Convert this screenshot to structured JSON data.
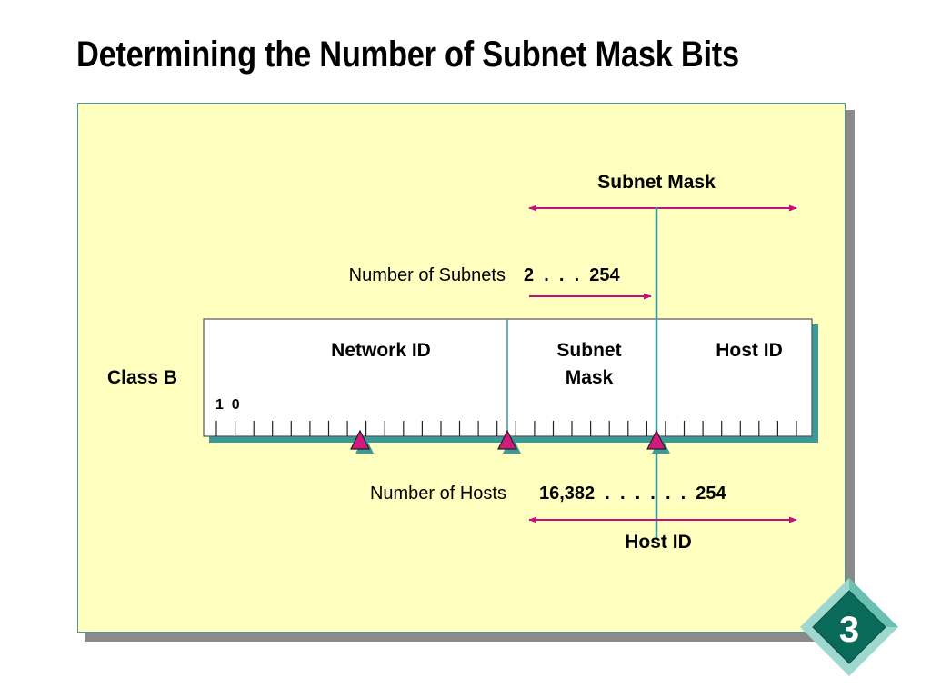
{
  "title": "Determining the Number of Subnet Mask Bits",
  "labels": {
    "subnet_mask_top": "Subnet Mask",
    "number_of_subnets": "Number of Subnets",
    "subnets_range": "2  .  .  .  254",
    "class_b": "Class B",
    "network_id": "Network ID",
    "subnet_line1": "Subnet",
    "subnet_line2": "Mask",
    "host_id_box": "Host ID",
    "leading_bits": "1  0",
    "number_of_hosts": "Number of Hosts",
    "hosts_range": "16,382  .  .  .  .  .  .  254",
    "host_id_bottom": "Host ID"
  },
  "badge": {
    "number": "3"
  },
  "colors": {
    "panel_bg": "#ffffc0",
    "accent_teal": "#3a9a9a",
    "arrow_magenta": "#c0147a",
    "badge_green": "#0a6a5a"
  }
}
